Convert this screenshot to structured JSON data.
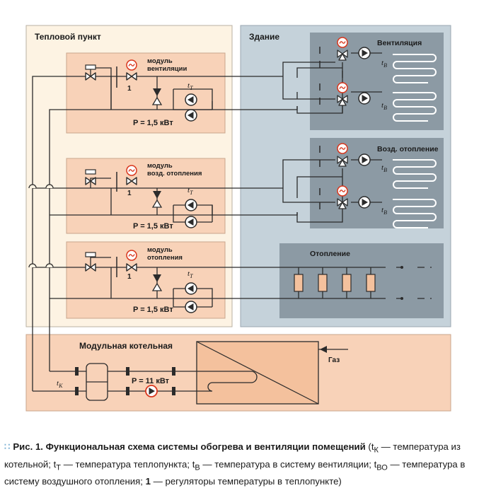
{
  "labels": {
    "heat_point": "Тепловой пункт",
    "building": "Здание",
    "boiler": "Модульная котельная",
    "gas": "Газ",
    "tk": "t",
    "tk_sub": "К",
    "tt": "t",
    "tt_sub": "Т",
    "tv": "t",
    "tv_sub": "В",
    "reg_num": "1",
    "p_mod": "P = 1,5 кВт",
    "p_boiler": "P = 11 кВт",
    "mod1_l1": "модуль",
    "mod1_l2": "вентиляции",
    "mod2_l1": "модуль",
    "mod2_l2": "возд. отопления",
    "mod3_l1": "модуль",
    "mod3_l2": "отопления",
    "zone1": "Вентиляция",
    "zone2": "Возд. отопление",
    "zone3": "Отопление"
  },
  "caption": {
    "prefix": "Рис. 1.",
    "title": "Функциональная схема системы обогрева и вентиляции помещений",
    "body1": " (t",
    "sub_k": "К",
    "body2": " — температура из котельной; t",
    "sub_t": "Т",
    "body3": " — температура теплопункта; t",
    "sub_v": "В",
    "body4": " — температура в систему вентиляции; t",
    "sub_vo": "ВО",
    "body5": " — температура в систему воздушного отопления; ",
    "num": "1",
    "body6": " — регуляторы температуры в теплопункте)"
  },
  "colors": {
    "heat_point_bg": "#fdf3e3",
    "module_bg": "#f8d2b8",
    "building_bg": "#c5d2da",
    "zone_bg": "#8c9aa4",
    "line": "#2b2b2b",
    "pump_red": "#d9361d"
  }
}
